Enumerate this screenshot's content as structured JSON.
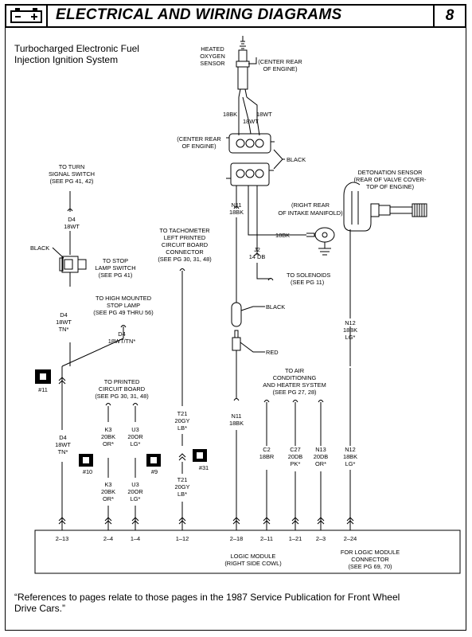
{
  "header": {
    "title": "ELECTRICAL AND WIRING DIAGRAMS",
    "page_number": "8",
    "battery_icon": "battery-icon"
  },
  "diagram_title": [
    "Turbocharged Electronic Fuel",
    "Injection Ignition System"
  ],
  "oxygen_sensor": {
    "label": [
      "HEATED",
      "OXYGEN",
      "SENSOR"
    ],
    "location": [
      "(CENTER REAR",
      "OF ENGINE)"
    ],
    "wire_left": "18BK",
    "wire_mid": "18WT",
    "wire_right": "18WT"
  },
  "connector_center": {
    "location": [
      "(CENTER REAR",
      "OF ENGINE)"
    ],
    "color": "BLACK"
  },
  "intake_ground": {
    "location": [
      "(RIGHT REAR",
      "OF INTAKE MANIFOLD)"
    ],
    "wire": "18BK"
  },
  "detonation_sensor": {
    "label": [
      "DETONATION SENSOR",
      "(REAR OF VALVE COVER-",
      "TOP OF ENGINE)"
    ]
  },
  "turn_signal": {
    "label": [
      "TO TURN",
      "SIGNAL SWITCH",
      "(SEE PG 41, 42)"
    ],
    "wire": [
      "D4",
      "18WT"
    ]
  },
  "stop_lamp_switch": {
    "connector_color": "BLACK",
    "label": [
      "TO STOP",
      "LAMP SWITCH",
      "(SEE PG 41)"
    ],
    "wire": [
      "D4",
      "18WT",
      "TN*"
    ]
  },
  "high_mounted_stop_lamp": {
    "label": [
      "TO HIGH MOUNTED",
      "STOP LAMP",
      "(SEE PG 49 THRU 56)"
    ],
    "wire": [
      "D4",
      "18WT/TN*"
    ]
  },
  "tachometer": {
    "label": [
      "TO TACHOMETER",
      "LEFT PRINTED",
      "CIRCUIT BOARD",
      "CONNECTOR",
      "(SEE PG 30, 31, 48)"
    ]
  },
  "solenoids": {
    "wire": [
      "J2",
      "14 DB"
    ],
    "label": [
      "TO SOLENOIDS",
      "(SEE PG 11)"
    ]
  },
  "inline_connector": {
    "upper": "BLACK",
    "lower": "RED"
  },
  "air_conditioning": {
    "label": [
      "TO AIR",
      "CONDITIONING",
      "AND HEATER SYSTEM",
      "(SEE PG 27, 28)"
    ]
  },
  "printed_circuit_board": {
    "label": [
      "TO PRINTED",
      "CIRCUIT BOARD",
      "(SEE PG 30, 31, 48)"
    ]
  },
  "wire_labels": {
    "n12_top": [
      "N12",
      "18BK",
      "LG*"
    ],
    "n11_top": [
      "N11",
      "18BK"
    ],
    "n11_low": [
      "N11",
      "18BK"
    ],
    "d4_low": [
      "D4",
      "18WT",
      "TN*"
    ],
    "k3_top": [
      "K3",
      "20BK",
      "OR*"
    ],
    "u3_top": [
      "U3",
      "20OR",
      "LG*"
    ],
    "t21_top": [
      "T21",
      "20GY",
      "LB*"
    ],
    "k3_low": [
      "K3",
      "20BK",
      "OR*"
    ],
    "u3_low": [
      "U3",
      "20OR",
      "LG*"
    ],
    "t21_low": [
      "T21",
      "20GY",
      "LB*"
    ],
    "c2": [
      "C2",
      "18BR"
    ],
    "c27": [
      "C27",
      "20DB",
      "PK*"
    ],
    "n13": [
      "N13",
      "20DB",
      "OR*"
    ],
    "n12_low": [
      "N12",
      "18BK",
      "LG*"
    ]
  },
  "splices": {
    "s11": "#11",
    "s10": "#10",
    "s9": "#9",
    "s31": "#31"
  },
  "logic_module": {
    "pins": [
      "2–13",
      "2–4",
      "1–4",
      "1–12",
      "2–18",
      "2–11",
      "1–21",
      "2–3",
      "2–24"
    ],
    "label": [
      "LOGIC MODULE",
      "(RIGHT SIDE COWL)"
    ],
    "connector_label": [
      "FOR LOGIC MODULE",
      "CONNECTOR",
      "(SEE PG 69, 70)"
    ]
  },
  "footnote": [
    "“References to pages relate to those pages in the 1987 Service Publication for Front Wheel",
    "Drive Cars.”"
  ]
}
